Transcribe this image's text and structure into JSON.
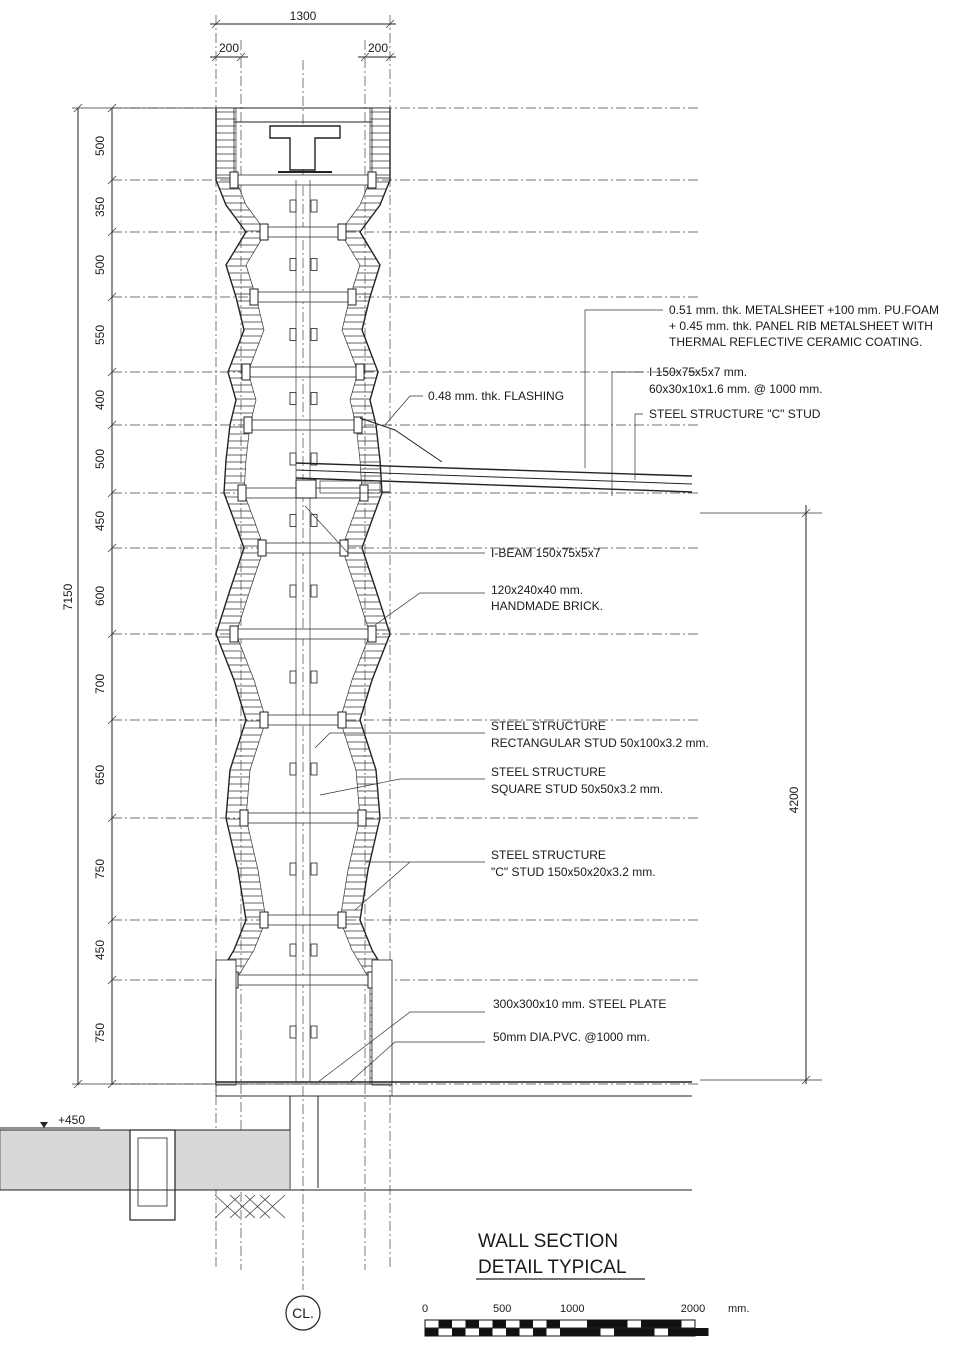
{
  "dimensions": {
    "top_total": "1300",
    "top_left": "200",
    "top_right": "200",
    "left_total": "7150",
    "right_total": "4200",
    "left_segments": [
      "500",
      "350",
      "500",
      "550",
      "400",
      "500",
      "450",
      "600",
      "700",
      "650",
      "750",
      "450",
      "750"
    ]
  },
  "labels": {
    "roof_sheet_1": "0.51 mm. thk. METALSHEET +100 mm. PU.FOAM",
    "roof_sheet_2": "+ 0.45 mm. thk. PANEL RIB METALSHEET WITH",
    "roof_sheet_3": "THERMAL REFLECTIVE CERAMIC COATING.",
    "ibeam_spec_1": "I  150x75x5x7 mm.",
    "ibeam_spec_2": "60x30x10x1.6 mm. @ 1000 mm.",
    "c_stud_roof": "STEEL STRUCTURE \"C\" STUD",
    "flashing": "0.48 mm. thk. FLASHING",
    "ibeam": "I-BEAM 150x75x5x7",
    "brick_1": "120x240x40 mm.",
    "brick_2": "HANDMADE BRICK.",
    "rect_stud_1": "STEEL STRUCTURE",
    "rect_stud_2": "RECTANGULAR STUD 50x100x3.2 mm.",
    "sq_stud_1": "STEEL STRUCTURE",
    "sq_stud_2": "SQUARE STUD 50x50x3.2 mm.",
    "c_stud_1": "STEEL STRUCTURE",
    "c_stud_2": "\"C\"  STUD 150x50x20x3.2 mm.",
    "steel_plate": "300x300x10 mm.  STEEL PLATE",
    "pvc": "50mm DIA.PVC. @1000 mm.",
    "level": "+450",
    "centerline": "CL."
  },
  "title": {
    "line1": "WALL SECTION",
    "line2": "DETAIL TYPICAL"
  },
  "scale_bar": {
    "ticks": [
      "0",
      "500",
      "1000",
      "2000"
    ],
    "unit": "mm."
  }
}
